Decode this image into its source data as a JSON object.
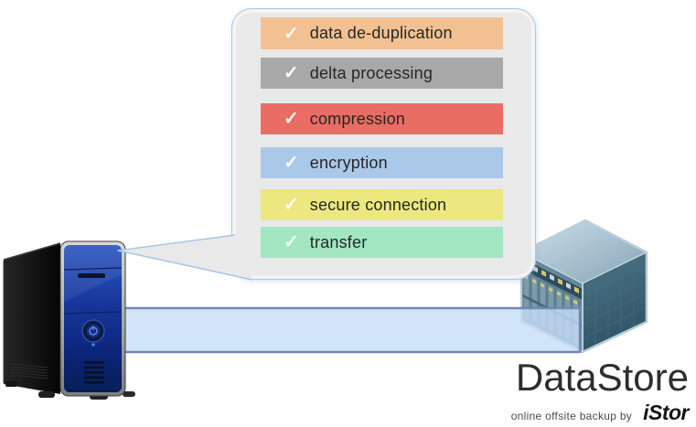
{
  "bubble": {
    "check_glyph": "✓",
    "background": "#e9e9e9",
    "border_color": "#a9c6ea",
    "items": [
      {
        "label": "data de-duplication",
        "color": "#f2c091"
      },
      {
        "label": "delta processing",
        "color": "#a8a8a8"
      },
      {
        "label": "compression",
        "color": "#e96d63"
      },
      {
        "label": "encryption",
        "color": "#aac9e9"
      },
      {
        "label": "secure connection",
        "color": "#ece87f"
      },
      {
        "label": "transfer",
        "color": "#a3e6c2"
      }
    ]
  },
  "beam": {
    "fill": "#c5ddf8",
    "border": "#7188b4"
  },
  "branding": {
    "product": "DataStore",
    "tagline": "online offsite backup by",
    "company": "iStor",
    "text_color": "#2e2e2e"
  }
}
